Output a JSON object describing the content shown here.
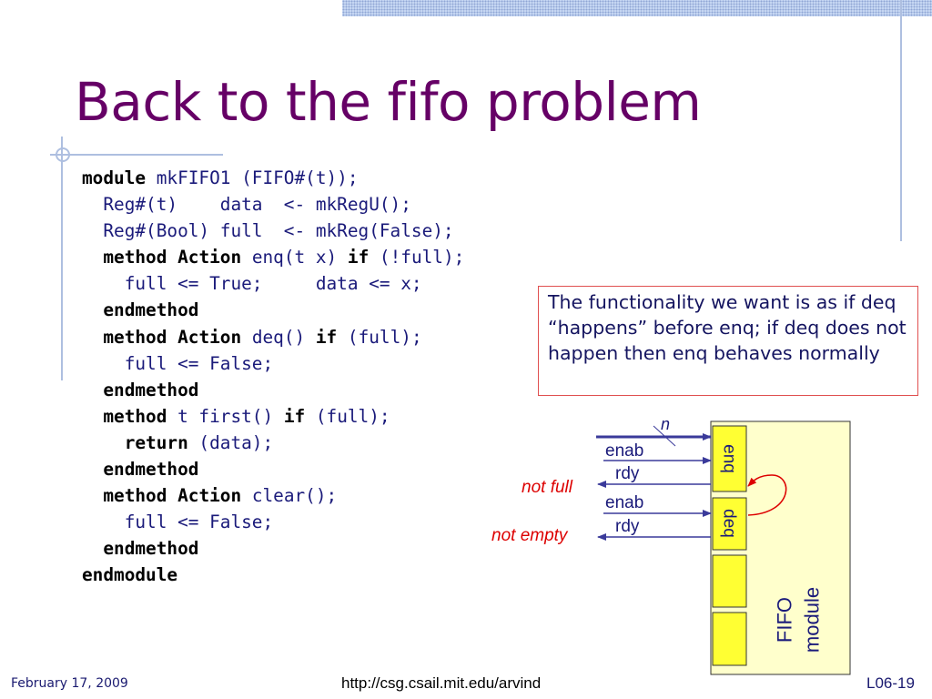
{
  "slide": {
    "title": "Back to the fifo problem",
    "footer": {
      "date": "February 17, 2009",
      "url": "http://csg.csail.mit.edu/arvind",
      "slide_number": "L06-19"
    }
  },
  "code": [
    [
      {
        "t": "module",
        "k": true
      },
      {
        "t": " mkFIFO1 (FIFO#(t));"
      }
    ],
    [
      {
        "t": "  Reg#(t)    data  <- mkRegU();"
      }
    ],
    [
      {
        "t": "  Reg#(Bool) full  <- mkReg(False);"
      }
    ],
    [
      {
        "t": "  "
      },
      {
        "t": "method",
        "k": true
      },
      {
        "t": " "
      },
      {
        "t": "Action",
        "k": true
      },
      {
        "t": " enq(t x) "
      },
      {
        "t": "if",
        "k": true
      },
      {
        "t": " (!full);"
      }
    ],
    [
      {
        "t": "    full <= True;     data <= x;"
      }
    ],
    [
      {
        "t": "  "
      },
      {
        "t": "endmethod",
        "k": true
      }
    ],
    [
      {
        "t": "  "
      },
      {
        "t": "method",
        "k": true
      },
      {
        "t": " "
      },
      {
        "t": "Action",
        "k": true
      },
      {
        "t": " deq() "
      },
      {
        "t": "if",
        "k": true
      },
      {
        "t": " (full);"
      }
    ],
    [
      {
        "t": "    full <= False;"
      }
    ],
    [
      {
        "t": "  "
      },
      {
        "t": "endmethod",
        "k": true
      }
    ],
    [
      {
        "t": "  "
      },
      {
        "t": "method",
        "k": true
      },
      {
        "t": " t first() "
      },
      {
        "t": "if",
        "k": true
      },
      {
        "t": " (full);"
      }
    ],
    [
      {
        "t": "    "
      },
      {
        "t": "return",
        "k": true
      },
      {
        "t": " (data);"
      }
    ],
    [
      {
        "t": "  "
      },
      {
        "t": "endmethod",
        "k": true
      }
    ],
    [
      {
        "t": "  "
      },
      {
        "t": "method",
        "k": true
      },
      {
        "t": " "
      },
      {
        "t": "Action",
        "k": true
      },
      {
        "t": " clear();"
      }
    ],
    [
      {
        "t": "    full <= False;"
      }
    ],
    [
      {
        "t": "  "
      },
      {
        "t": "endmethod",
        "k": true
      }
    ],
    [
      {
        "t": "endmodule",
        "k": true
      }
    ]
  ],
  "note": {
    "text": "The functionality we want is as if deq “happens” before enq; if deq does not happen then enq behaves normally"
  },
  "diagram": {
    "bus_width_label": "n",
    "enq": {
      "port_label": "enq",
      "enable_label": "enab",
      "ready_label": "rdy",
      "ready_annotation": "not full"
    },
    "deq": {
      "port_label": "deq",
      "enable_label": "enab",
      "ready_label": "rdy",
      "ready_annotation": "not empty"
    },
    "module_label_line1": "FIFO",
    "module_label_line2": "module"
  },
  "colors": {
    "title": "#660066",
    "code_text": "#1a1a7a",
    "keyword": "#000000",
    "port_fill": "#ffff33",
    "module_fill": "#ffffcc",
    "arrow": "#3a3a9a",
    "annotation": "#dd0000",
    "note_border": "#e05050"
  }
}
